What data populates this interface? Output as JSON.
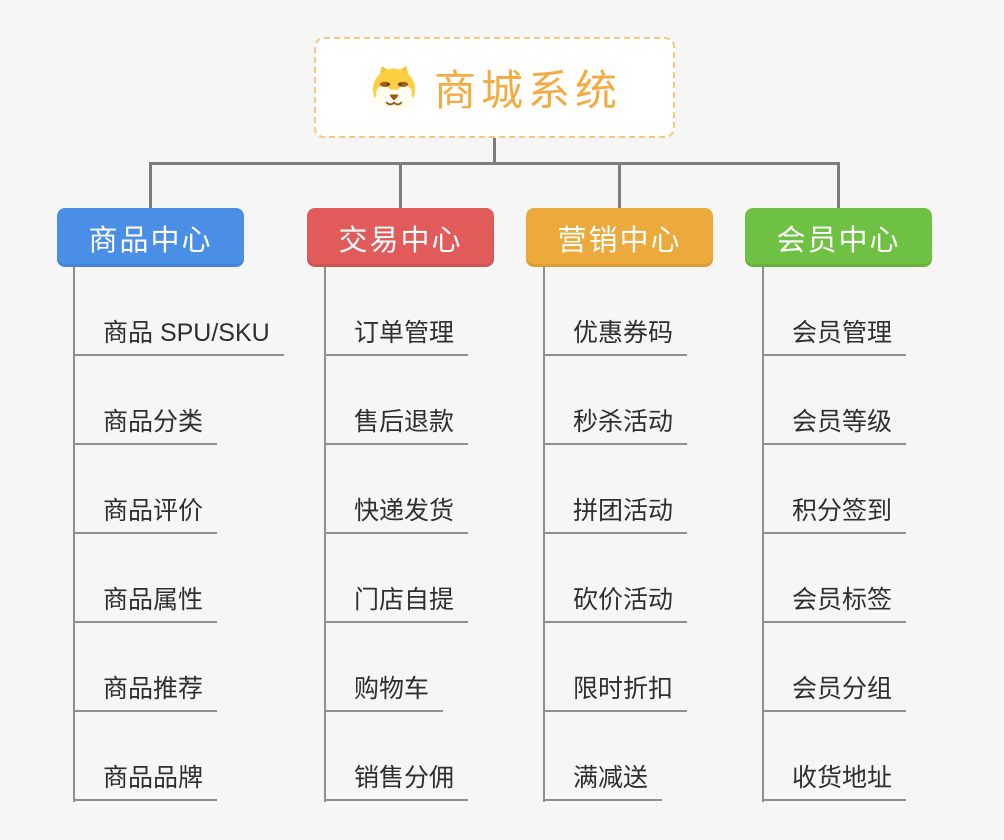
{
  "diagram": {
    "root": {
      "title": "商城系统",
      "icon": "shiba-dog-face",
      "title_color": "#f3ab42",
      "border_color": "#f6c87f"
    },
    "connector_color": "#7d7d7d",
    "branches": [
      {
        "label": "商品中心",
        "color": "#4a8ee5",
        "items": [
          "商品 SPU/SKU",
          "商品分类",
          "商品评价",
          "商品属性",
          "商品推荐",
          "商品品牌"
        ]
      },
      {
        "label": "交易中心",
        "color": "#e25b5b",
        "items": [
          "订单管理",
          "售后退款",
          "快递发货",
          "门店自提",
          "购物车",
          "销售分佣"
        ]
      },
      {
        "label": "营销中心",
        "color": "#eca93c",
        "items": [
          "优惠券码",
          "秒杀活动",
          "拼团活动",
          "砍价活动",
          "限时折扣",
          "满减送"
        ]
      },
      {
        "label": "会员中心",
        "color": "#6fc143",
        "items": [
          "会员管理",
          "会员等级",
          "积分签到",
          "会员标签",
          "会员分组",
          "收货地址"
        ]
      }
    ]
  }
}
